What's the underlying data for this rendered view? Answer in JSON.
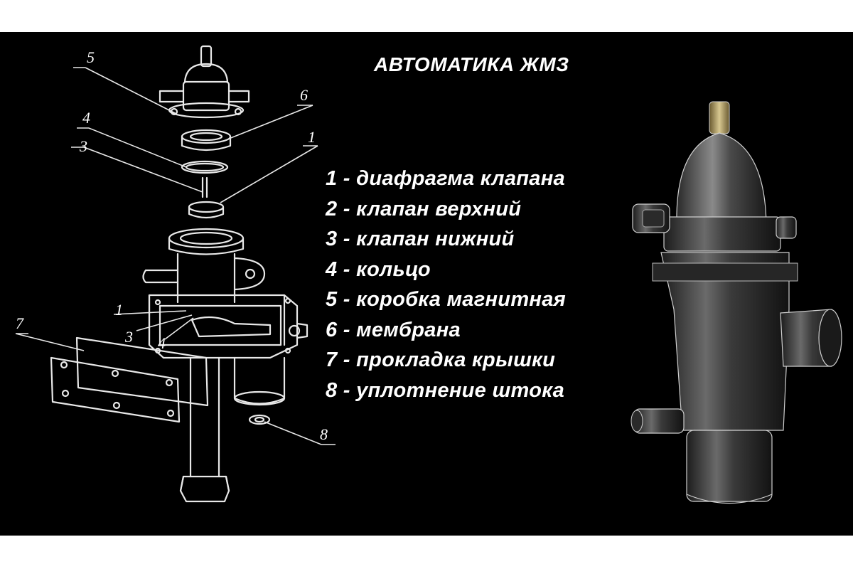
{
  "title": "АВТОМАТИКА ЖМЗ",
  "legend": [
    "1 - диафрагма клапана",
    "2 - клапан верхний",
    "3 - клапан нижний",
    "4 - кольцо",
    "5 - коробка магнитная",
    "6 - мембрана",
    "7 - прокладка крышки",
    "8 - уплотнение штока"
  ],
  "callouts": {
    "c5": "5",
    "c6": "6",
    "c4": "4",
    "c3": "3",
    "c1": "1",
    "c1b": "1",
    "c3b": "3",
    "c4b": "4",
    "c7": "7",
    "c8": "8"
  },
  "colors": {
    "background": "#000000",
    "text": "#ffffff",
    "frame": "#ffffff"
  }
}
